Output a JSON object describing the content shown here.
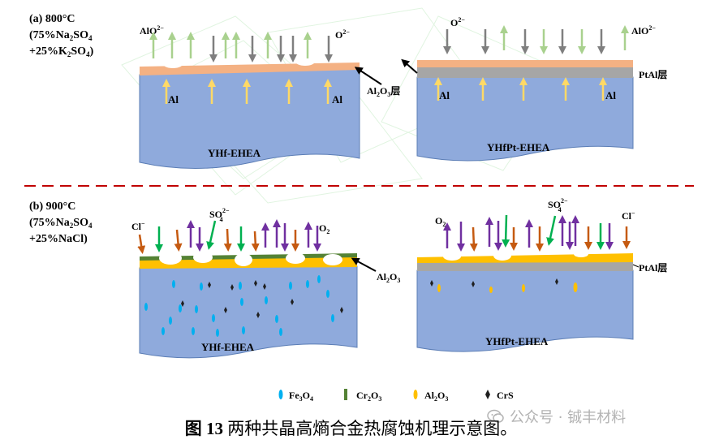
{
  "panel_a": {
    "title": "(a) 800°C",
    "condition_line1": "(75%Na",
    "condition_line2": "+25%K",
    "na": "2",
    "so": "SO",
    "so4": "4",
    "close": ")",
    "k2so4": "SO",
    "labels": {
      "alo2_left": "AlO",
      "alo2_sup": "2−",
      "o2_left": "O",
      "o2_sup": "2−",
      "al_left": "Al",
      "al_right": "Al",
      "al2o3_layer": "Al",
      "al2o3_layer_sub1": "2",
      "al2o3_layer_mid": "O",
      "al2o3_layer_sub2": "3",
      "al2o3_layer_end": "层",
      "o2_right": "O",
      "o2_right_sup": "2−",
      "alo2_right": "AlO",
      "alo2_right_sup": "2−",
      "ptal_layer": "PtAl层",
      "al_left2": "Al",
      "al_right2": "Al",
      "substrate_left": "YHf-EHEA",
      "substrate_right": "YHfPt-EHEA"
    }
  },
  "panel_b": {
    "title": "(b) 900°C",
    "condition_line1": "(75%Na",
    "condition_line2": "+25%NaCl)",
    "na": "2",
    "so": "SO",
    "so4": "4",
    "labels": {
      "cl_left": "Cl",
      "cl_left_sup": "−",
      "so4_left": "SO",
      "so4_left_sub": "4",
      "so4_left_sup": "2−",
      "o2_left": "O",
      "o2_left_sub": "2",
      "al2o3_ptr": "Al",
      "al2o3_ptr_sub1": "2",
      "al2o3_ptr_mid": "O",
      "al2o3_ptr_sub2": "3",
      "o2_right": "O",
      "o2_right_sub": "2",
      "so4_right": "SO",
      "so4_right_sub": "4",
      "so4_right_sup": "2−",
      "cl_right": "Cl",
      "cl_right_sup": "−",
      "ptal_layer": "PtAl层",
      "substrate_left": "YHf-EHEA",
      "substrate_right": "YHfPt-EHEA"
    }
  },
  "legend": {
    "fe3o4": "Fe",
    "fe3o4_sub1": "3",
    "fe3o4_mid": "O",
    "fe3o4_sub2": "4",
    "cr2o3": "Cr",
    "cr2o3_sub1": "2",
    "cr2o3_mid": "O",
    "cr2o3_sub2": "3",
    "al2o3": "Al",
    "al2o3_sub1": "2",
    "al2o3_mid": "O",
    "al2o3_sub2": "3",
    "crs": "CrS"
  },
  "caption": {
    "prefix": "图 13",
    "text": " 两种共晶高熵合金热腐蚀机理示意图。"
  },
  "watermark": {
    "text": "公众号 · 铖丰材料"
  },
  "colors": {
    "substrate": "#8faadc",
    "substrate_edge": "#5b7db5",
    "al2o3_layer_a": "#f4b183",
    "ptal": "#a6a6a6",
    "al2o3_b": "#ffc000",
    "cr2o3": "#548235",
    "arrow_alo2": "#a9d18e",
    "arrow_o": "#7f7f7f",
    "arrow_al": "#ffd966",
    "arrow_cl": "#c55a11",
    "arrow_so4": "#00b050",
    "arrow_o2": "#7030a0",
    "fe3o4": "#00b0f0",
    "crs": "#1f1f1f",
    "divider": "#c00000"
  }
}
